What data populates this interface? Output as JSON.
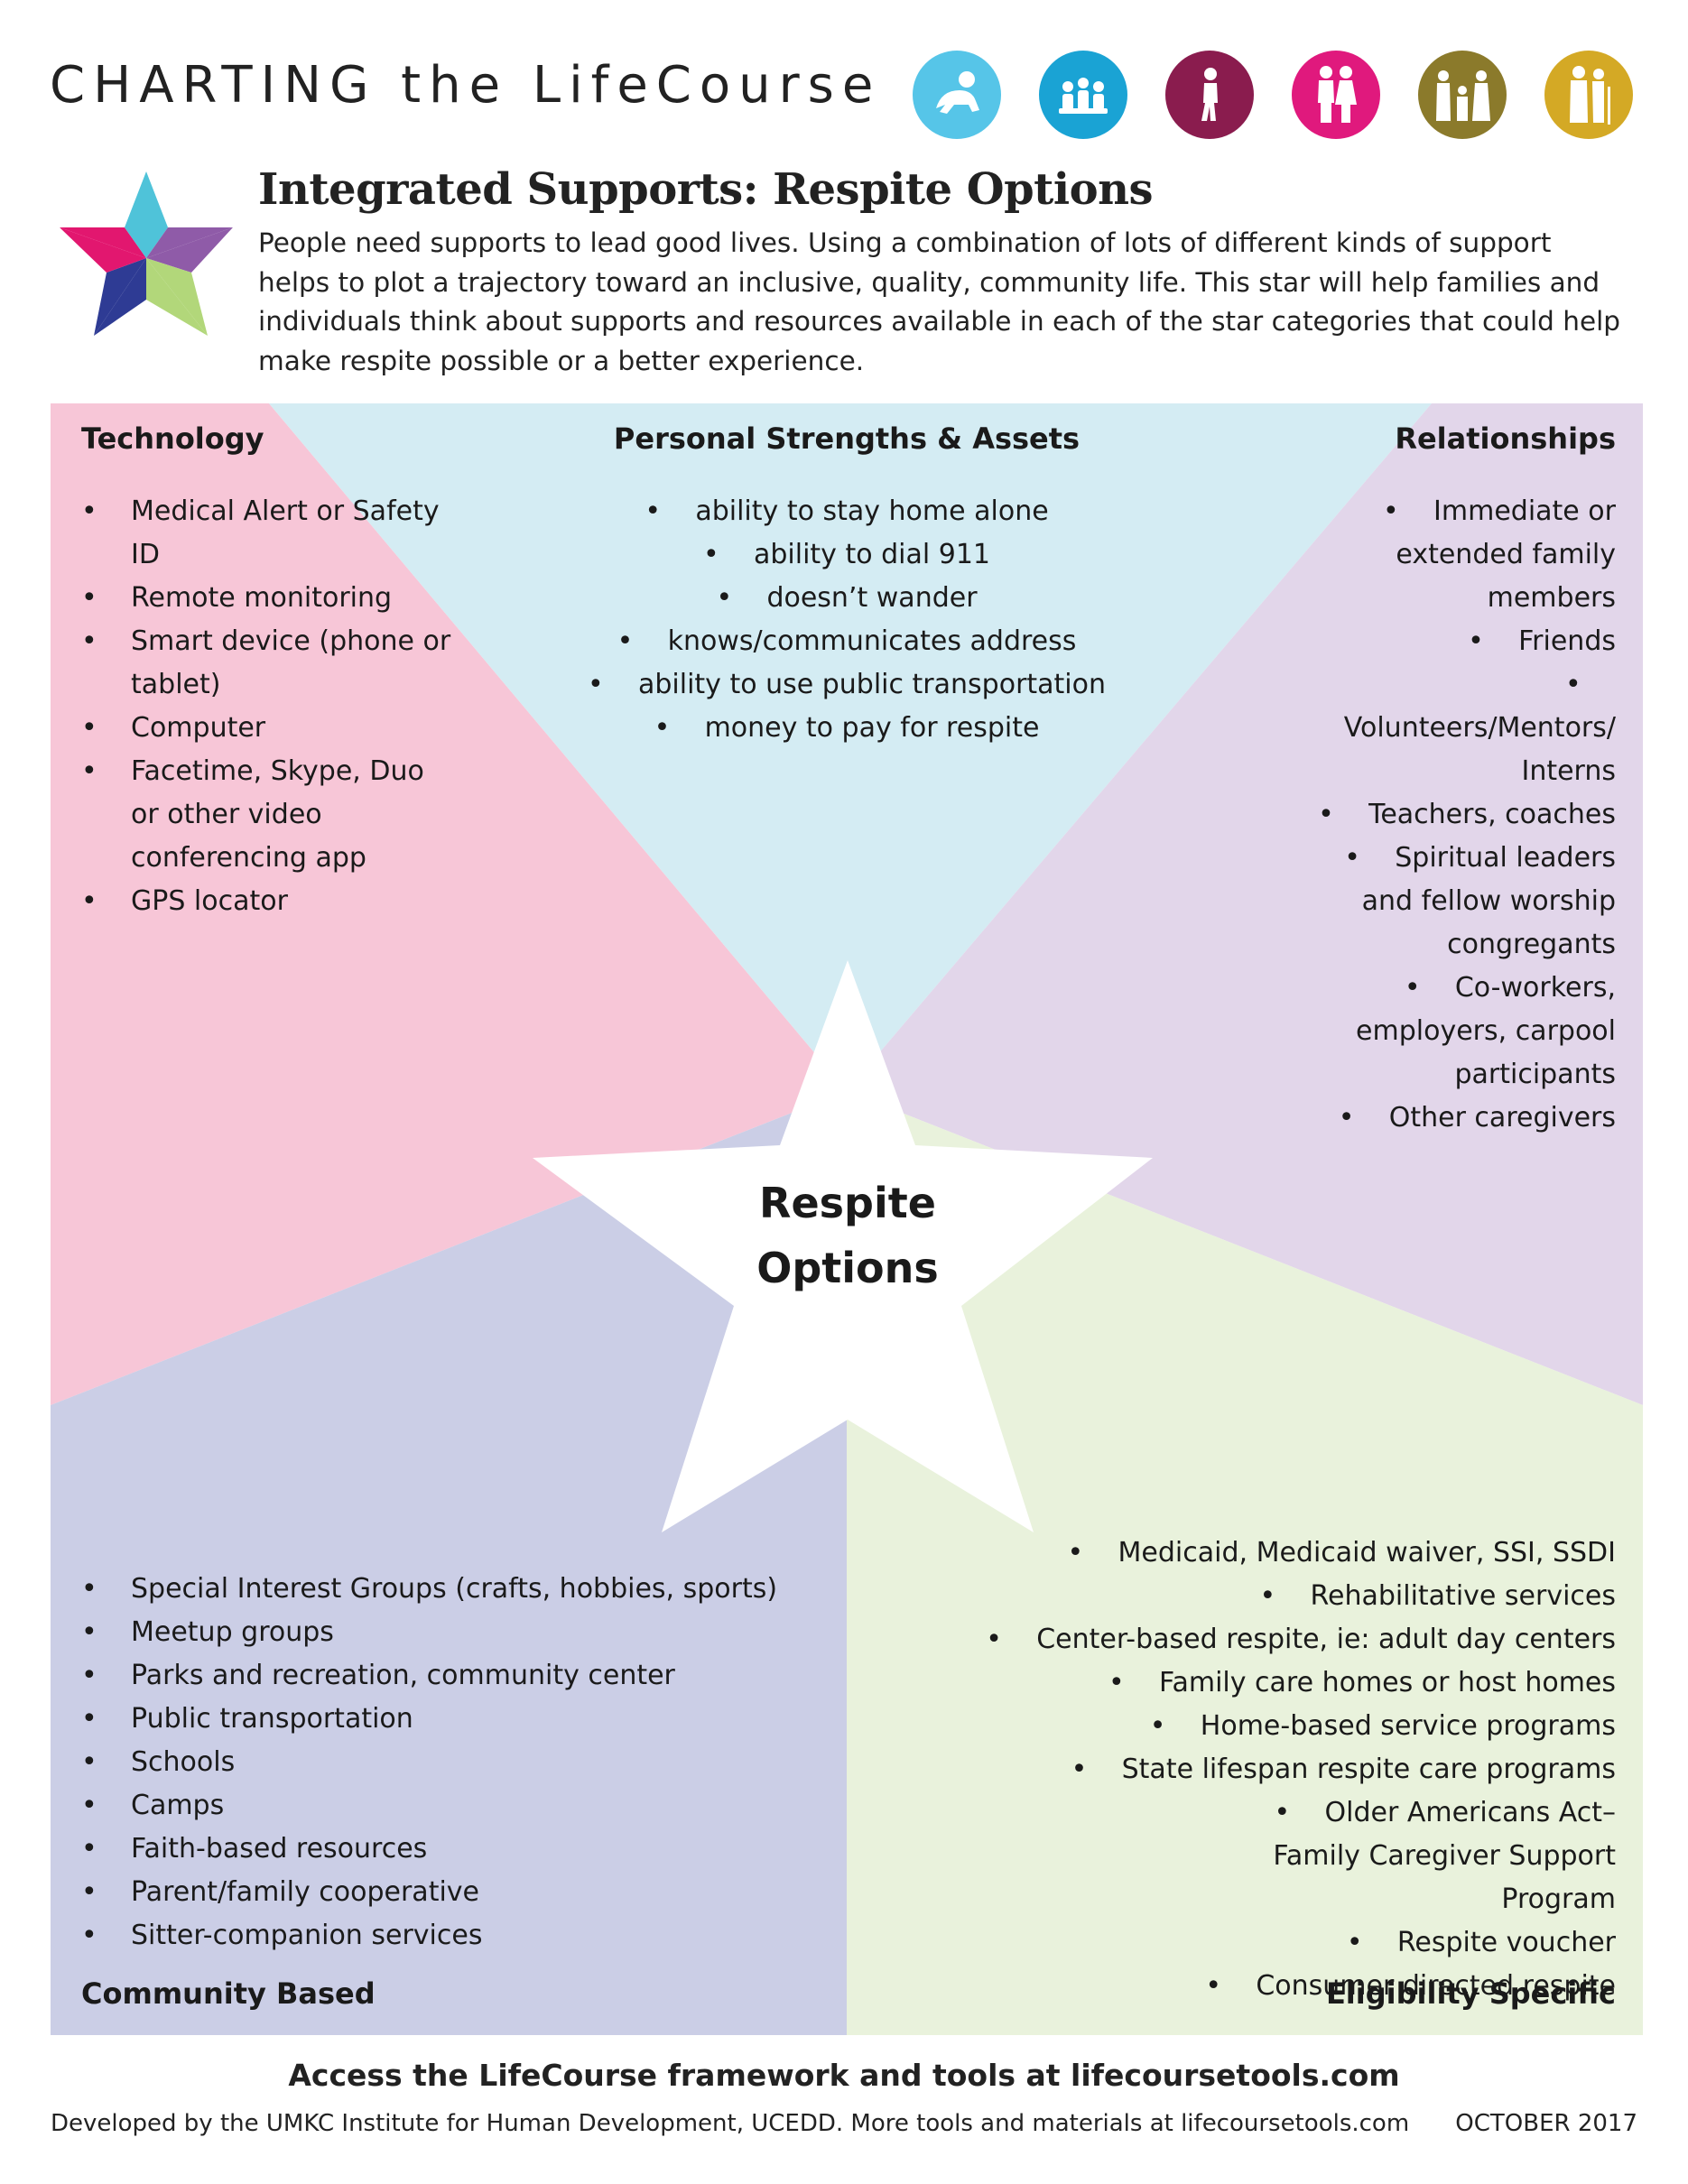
{
  "header": {
    "brand": "CHARTING the LifeCourse",
    "life_stage_icons": [
      {
        "name": "baby-icon",
        "color": "#56c5e8"
      },
      {
        "name": "children-icon",
        "color": "#1aa3d4"
      },
      {
        "name": "teen-icon",
        "color": "#8a1c4e"
      },
      {
        "name": "young-adults-icon",
        "color": "#e0197d"
      },
      {
        "name": "family-icon",
        "color": "#8b7a2b"
      },
      {
        "name": "elderly-icon",
        "color": "#d4a925"
      }
    ]
  },
  "title": "Integrated Supports: Respite Options",
  "intro": "People need supports to lead good lives. Using a combination of lots of different kinds of support helps to plot a trajectory toward an inclusive, quality, community life. This star will help families and individuals think about supports and resources available in each of the star categories that could help make respite possible or a better experience.",
  "colors": {
    "technology": "#f7c6d7",
    "personal": "#d4ecf3",
    "relationships": "#e2d6ea",
    "community": "#cbcee6",
    "eligibility": "#e9f2dc"
  },
  "sections": {
    "technology": {
      "title": "Technology",
      "items": [
        "Medical Alert or Safety ID",
        "Remote monitoring",
        "Smart device (phone or tablet)",
        "Computer",
        "Facetime, Skype, Duo or other video conferencing app",
        "GPS locator"
      ]
    },
    "personal": {
      "title": "Personal Strengths & Assets",
      "items": [
        "ability to stay home alone",
        "ability to dial 911",
        "doesn’t wander",
        "knows/communicates address",
        "ability to use public transportation",
        "money to pay for respite"
      ]
    },
    "relationships": {
      "title": "Relationships",
      "items": [
        "Immediate or extended family members",
        "Friends",
        "Volunteers/Mentors/ Interns",
        "Teachers, coaches",
        "Spiritual leaders and fellow worship congregants",
        "Co-workers, employers, carpool participants",
        "Other caregivers"
      ]
    },
    "community": {
      "title": "Community Based",
      "items": [
        "Special Interest Groups (crafts, hobbies, sports)",
        "Meetup groups",
        "Parks and recreation, community center",
        "Public transportation",
        "Schools",
        "Camps",
        "Faith-based resources",
        "Parent/family cooperative",
        "Sitter-companion services"
      ]
    },
    "eligibility": {
      "title": "Eligibility Specific",
      "items": [
        "Medicaid, Medicaid waiver, SSI, SSDI",
        "Rehabilitative services",
        "Center-based respite, ie: adult day centers",
        "Family care homes or host homes",
        "Home-based service programs",
        "State lifespan respite care programs",
        "Older Americans Act– Family Caregiver Support Program",
        "Respite voucher",
        "Consumer directed respite"
      ]
    }
  },
  "star_label": {
    "line1": "Respite",
    "line2": "Options"
  },
  "footer": {
    "main": "Access the LifeCourse framework and tools at lifecoursetools.com",
    "developed": "Developed by the UMKC Institute for Human Development, UCEDD. More tools and materials at lifecoursetools.com",
    "date": "OCTOBER 2017"
  }
}
